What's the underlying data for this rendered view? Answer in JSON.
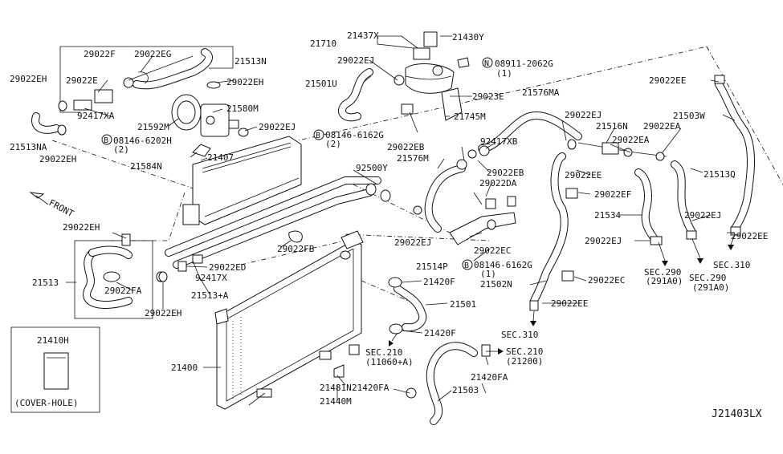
{
  "diagram_id": "J21403LX",
  "inset_box": {
    "part": "21410H",
    "caption": "(COVER-HOLE)"
  },
  "direction_label": "FRONT",
  "labels": {
    "l21437X": "21437X",
    "l21430Y": "21430Y",
    "l21710": "21710",
    "l29022EJ_a": "29022EJ",
    "l08911": "08911-2062G",
    "l08911q": "(1)",
    "l21501U": "21501U",
    "l29023E": "29023E",
    "l29022F": "29022F",
    "l29022EG": "29022EG",
    "l21513N": "21513N",
    "l29022EH_a": "29022EH",
    "l29022E": "29022E",
    "l29022EH_b": "29022EH",
    "l92417XA": "92417XA",
    "l21580M": "21580M",
    "l21592M": "21592M",
    "l29022EJ_b": "29022EJ",
    "l21745M": "21745M",
    "l21513NA": "21513NA",
    "l29022EH_c": "29022EH",
    "l08146_6202H": "08146-6202H",
    "l08146_6202Hq": "(2)",
    "l08146_6162G_a": "08146-6162G",
    "l08146_6162G_aq": "(2)",
    "l21584N": "21584N",
    "l21407": "21407",
    "l29022EB_a": "29022EB",
    "l92417XB": "92417XB",
    "l21576MA": "21576MA",
    "l29022EJ_c": "29022EJ",
    "l21516N": "21516N",
    "l29022EA_a": "29022EA",
    "l29022EE_a": "29022EE",
    "l21503W": "21503W",
    "l29022EA_b": "29022EA",
    "l21576M": "21576M",
    "l92500Y": "92500Y",
    "l29022EB_b": "29022EB",
    "l29022DA": "29022DA",
    "l29022EE_b": "29022EE",
    "l21513Q": "21513Q",
    "l29022EF": "29022EF",
    "l29022EH_d": "29022EH",
    "l29022FB": "29022FB",
    "l29022EJ_d": "29022EJ",
    "l21534": "21534",
    "l29022EJ_e": "29022EJ",
    "l29022EC_a": "29022EC",
    "l29022EJ_f": "29022EJ",
    "l29022EE_c": "29022EE",
    "l21513": "21513",
    "l29022ED": "29022ED",
    "l92417X": "92417X",
    "l21514P": "21514P",
    "l08146_6162G_b": "08146-6162G",
    "l08146_6162G_bq": "(1)",
    "l29022FA": "29022FA",
    "l21513A": "21513+A",
    "l21420F_a": "21420F",
    "l21502N": "21502N",
    "l29022EC_b": "29022EC",
    "l29022EH_e": "29022EH",
    "lSEC290a": "SEC.290",
    "lSEC290aq": "(291A0)",
    "lSEC310a": "SEC.310",
    "lSEC290b": "SEC.290",
    "lSEC290bq": "(291A0)",
    "l21501": "21501",
    "l29022EE_d": "29022EE",
    "l21420F_b": "21420F",
    "lSEC310b": "SEC.310",
    "l21400": "21400",
    "lSEC210a": "SEC.210",
    "lSEC210aq": "(11060+A)",
    "lSEC210b": "SEC.210",
    "lSEC210bq": "(21200)",
    "l21420FA_a": "21420FA",
    "l21481N": "21481N",
    "l21420FA_b": "21420FA",
    "l21503": "21503",
    "l21440M": "21440M"
  }
}
